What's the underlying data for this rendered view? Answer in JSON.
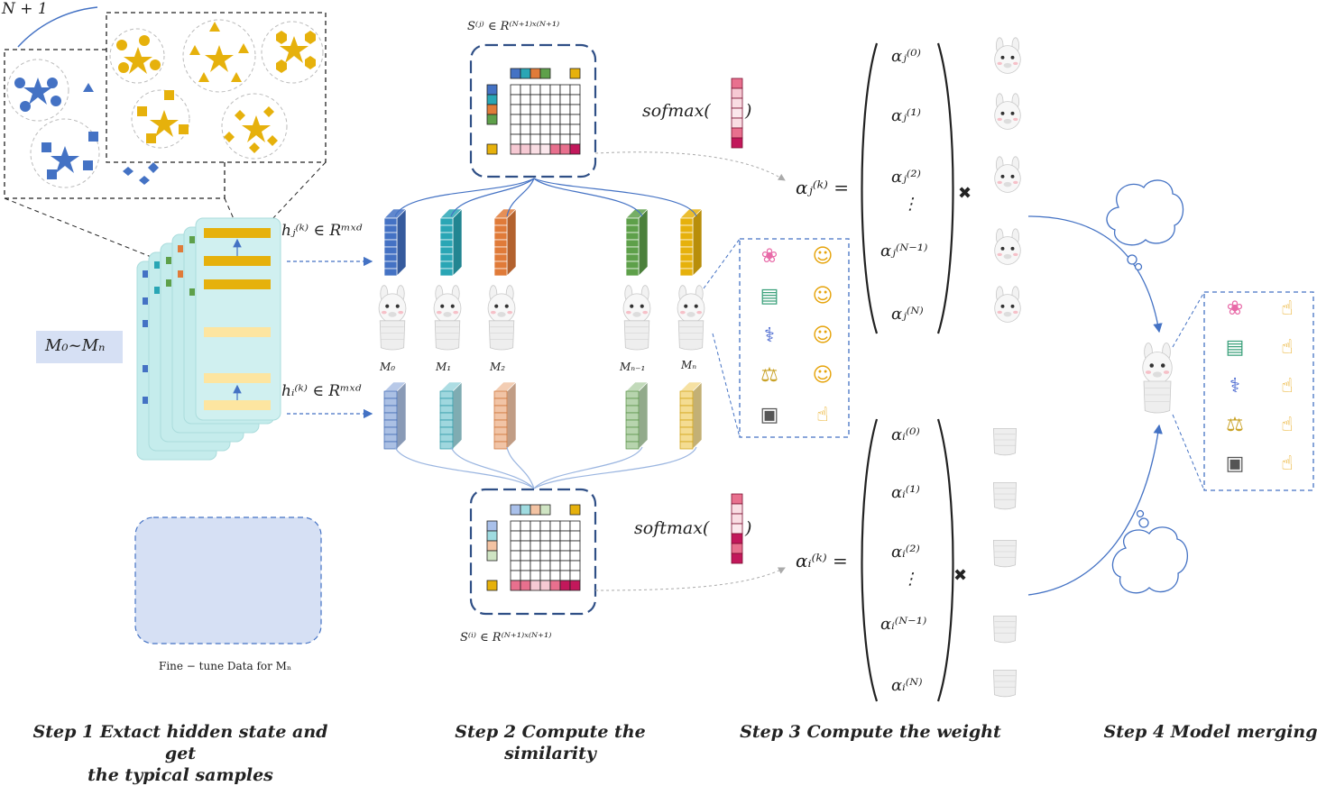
{
  "step1": {
    "n_plus_1": "N + 1",
    "models_range": "M₀~Mₙ",
    "h_j": "hⱼ⁽ᵏ⁾ ∈ Rᵐˣᵈ",
    "h_i": "hᵢ⁽ᵏ⁾ ∈ Rᵐˣᵈ",
    "finetune_label": "Fine − tune Data for Mₙ",
    "title_line1": "Step 1 Extact hidden state and get",
    "title_line2": "the typical samples"
  },
  "step2": {
    "s_j": "S⁽ʲ⁾ ∈ R⁽ᴺ⁺¹⁾ˣ⁽ᴺ⁺¹⁾",
    "s_i": "S⁽ⁱ⁾ ∈ R⁽ᴺ⁺¹⁾ˣ⁽ᴺ⁺¹⁾",
    "softmax_top": "sofmax(",
    "softmax_bottom": "softmax(",
    "close_paren": ")",
    "model_labels": [
      "M₀",
      "M₁",
      "M₂",
      "Mₙ₋₁",
      "Mₙ"
    ],
    "title": "Step 2 Compute the similarity"
  },
  "step3": {
    "alpha_j": "αⱼ⁽ᵏ⁾ =",
    "alpha_i": "αᵢ⁽ᵏ⁾ =",
    "vector_j": [
      "αⱼ⁽⁰⁾",
      "αⱼ⁽¹⁾",
      "αⱼ⁽²⁾",
      "⋮",
      "αⱼ⁽ᴺ⁻¹⁾",
      "αⱼ⁽ᴺ⁾"
    ],
    "vector_i": [
      "αᵢ⁽⁰⁾",
      "αᵢ⁽¹⁾",
      "αᵢ⁽²⁾",
      "⋮",
      "αᵢ⁽ᴺ⁻¹⁾",
      "αᵢ⁽ᴺ⁾"
    ],
    "times": "✖",
    "title": "Step 3 Compute the weight"
  },
  "step4": {
    "title": "Step 4 Model merging"
  },
  "icons": {
    "task_icons": [
      "brain-icon",
      "books-icon",
      "stethoscope-icon",
      "scales-icon",
      "camera-icon"
    ],
    "reaction_left": [
      "thinking-face-icon",
      "thinking-face-icon",
      "thinking-face-icon",
      "thinking-face-icon",
      "thumbs-up-icon"
    ],
    "reaction_merged": [
      "thumbs-up-icon",
      "thumbs-up-icon",
      "thumbs-up-icon",
      "thumbs-up-icon",
      "thumbs-up-icon"
    ]
  },
  "colors": {
    "blue": "#4472c4",
    "teal": "#2aa6b5",
    "orange": "#e07b39",
    "green": "#5ea04a",
    "yellow": "#e6b10c",
    "pink_dark": "#c2185b",
    "pink_light": "#f8c8d4",
    "panel_bg": "#d6e0f4",
    "layer_bg": "#c5ecec"
  }
}
